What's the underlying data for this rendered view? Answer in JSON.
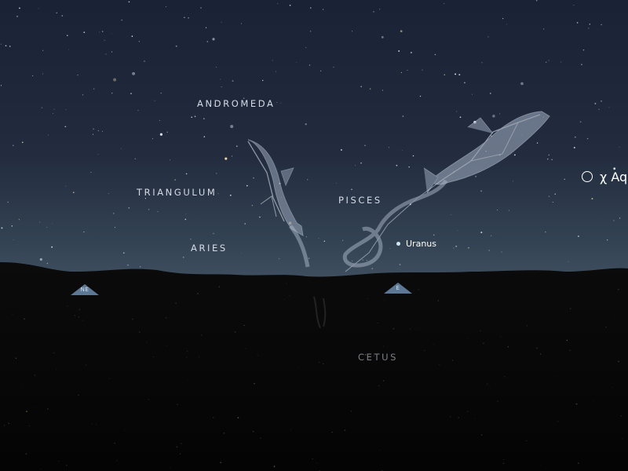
{
  "constellations": {
    "andromeda": "ANDROMEDA",
    "triangulum": "TRIANGULUM",
    "aries": "ARIES",
    "pisces": "PISCES",
    "cetus": "CETUS"
  },
  "objects": {
    "uranus": "Uranus",
    "chi_aquarii": "χ Aq"
  },
  "compass": {
    "northeast": "NE",
    "east": "E"
  },
  "colors": {
    "sky_top": "#1a2235",
    "sky_horizon": "#3b4a5a",
    "ground": "#060606",
    "constellation_art": "#b8c3d6",
    "compass_marker": "#5d7894"
  }
}
